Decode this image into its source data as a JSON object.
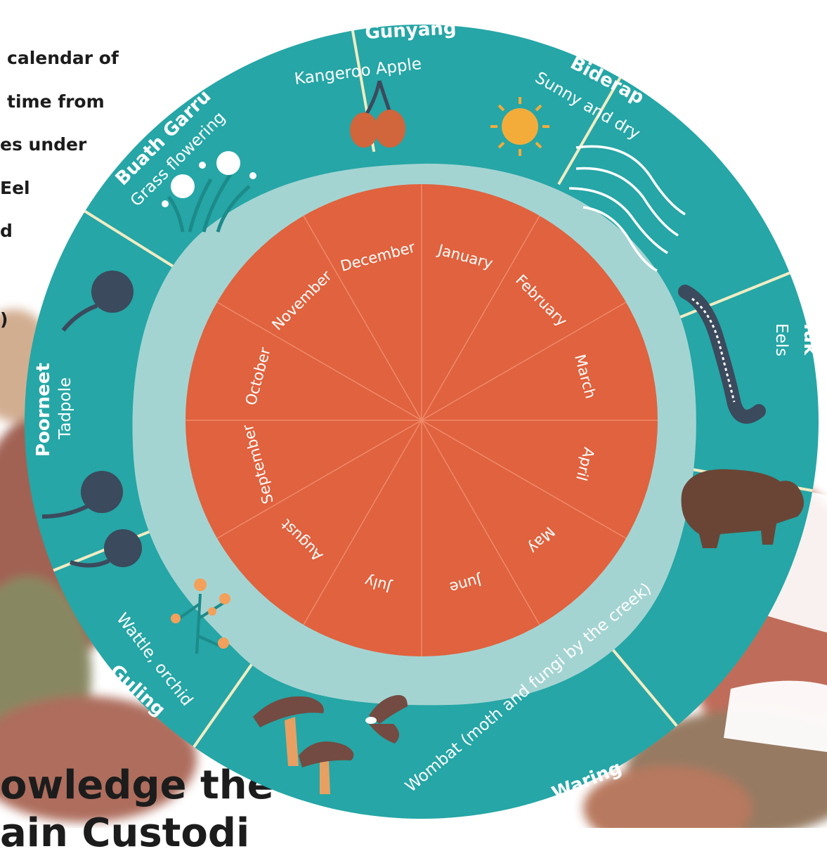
{
  "side_text": {
    "lines": [
      "calendar of",
      "time from",
      "es under",
      "Eel",
      "d",
      ")"
    ],
    "big_lines": [
      "owledge the",
      "ain Custodi"
    ]
  },
  "seasons": [
    {
      "name": "Gunyang",
      "desc": "Kangeroo Apple"
    },
    {
      "name": "Biderap",
      "desc": "Sunny and dry"
    },
    {
      "name": "Iuk",
      "desc": "Eels"
    },
    {
      "name": "Waring",
      "desc": "Wombat (moth and fungi by the creek)"
    },
    {
      "name": "Guling",
      "desc": "Wattle, orchid"
    },
    {
      "name": "Poorneet",
      "desc": "Tadpole"
    },
    {
      "name": "Buath Garru",
      "desc": "Grass flowering"
    }
  ],
  "months": [
    "January",
    "February",
    "March",
    "April",
    "May",
    "June",
    "July",
    "August",
    "September",
    "October",
    "November",
    "December"
  ],
  "colors": {
    "ring": "#26a6a6",
    "ring_divider": "#f1ecc4",
    "pool": "#a4d4d2",
    "center": "#e0623e",
    "month_divider": "#ef8a6a",
    "tadpole": "#3b4a5c",
    "eel": "#3b4a5c",
    "wombat": "#6a4536",
    "sun": "#f3ac3a",
    "apple": "#d1653b",
    "wattle": "#f3a05a",
    "mushroom_cap": "#734b42",
    "mushroom_stem": "#e7a062"
  },
  "icons": [
    "kangaroo-apple-icon",
    "sun-icon",
    "wind-lines-icon",
    "eel-icon",
    "wombat-icon",
    "mushroom-icon",
    "moth-icon",
    "wattle-icon",
    "tadpole-icon",
    "grass-flower-icon"
  ]
}
